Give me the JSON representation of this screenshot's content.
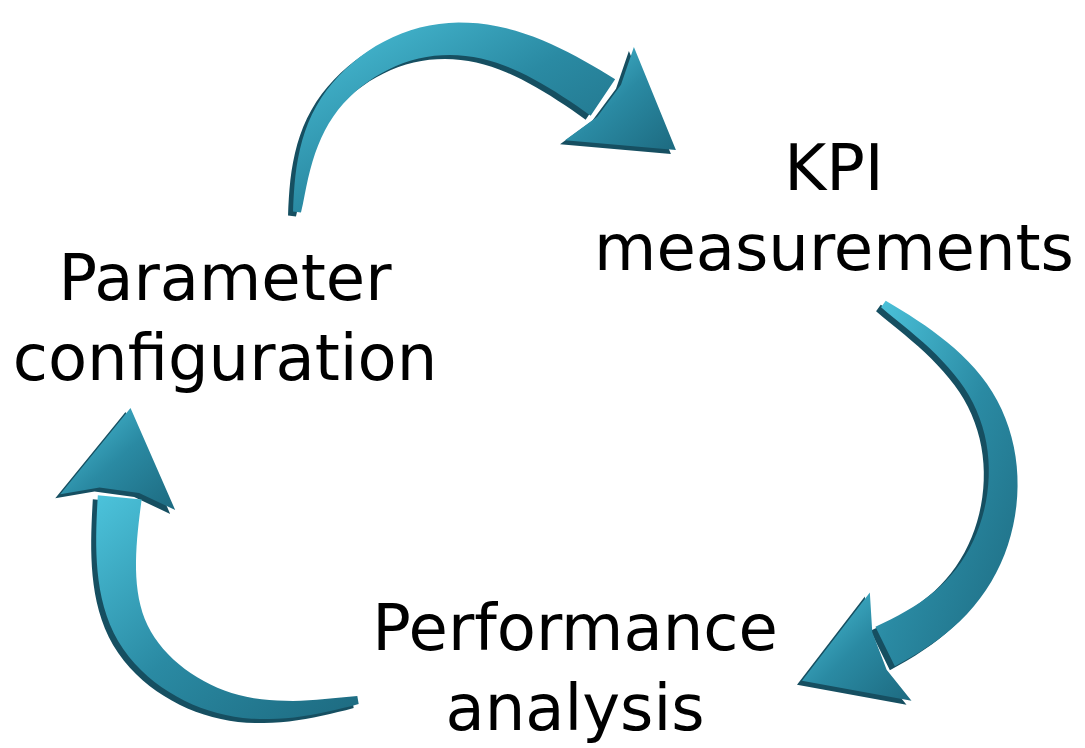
{
  "diagram": {
    "nodes": [
      {
        "text": [
          "Parameter configuration"
        ]
      },
      {
        "text": [
          "KPI measurements"
        ]
      },
      {
        "text": [
          "Performance analysis"
        ]
      }
    ],
    "edges": [
      {
        "from": 0,
        "to": 1,
        "arrow": "to"
      },
      {
        "from": 1,
        "to": 2,
        "arrow": "to"
      },
      {
        "from": 2,
        "to": 0,
        "arrow": "to"
      }
    ]
  }
}
